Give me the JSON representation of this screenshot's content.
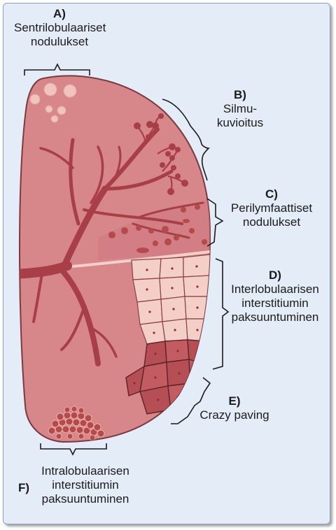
{
  "colors": {
    "background": "#e4ecf7",
    "lobule_fill": "#d7868a",
    "lobule_stroke": "#7a3b40",
    "vessel": "#a83e48",
    "nodule_light": "#f0c4bc",
    "nodule_dark": "#b44a4c",
    "septum_light": "#f4cfc8",
    "paving_dark": "#b64e55",
    "dot": "#8e2d35"
  },
  "labels": {
    "a": {
      "letter": "A)",
      "lines": [
        "Sentrilobulaariset",
        "nodulukset"
      ]
    },
    "b": {
      "letter": "B)",
      "lines": [
        "Silmu-",
        "kuvioitus"
      ]
    },
    "c": {
      "letter": "C)",
      "lines": [
        "Perilymfaattiset",
        "nodulukset"
      ]
    },
    "d": {
      "letter": "D)",
      "lines": [
        "Interlobulaarisen",
        "interstitiumin",
        "paksuuntuminen"
      ]
    },
    "e": {
      "letter": "E)",
      "lines": [
        "Crazy paving"
      ]
    },
    "f": {
      "letter": "F)",
      "lines": [
        "Intralobulaarisen",
        "interstitiumin",
        "paksuuntuminen"
      ]
    }
  }
}
